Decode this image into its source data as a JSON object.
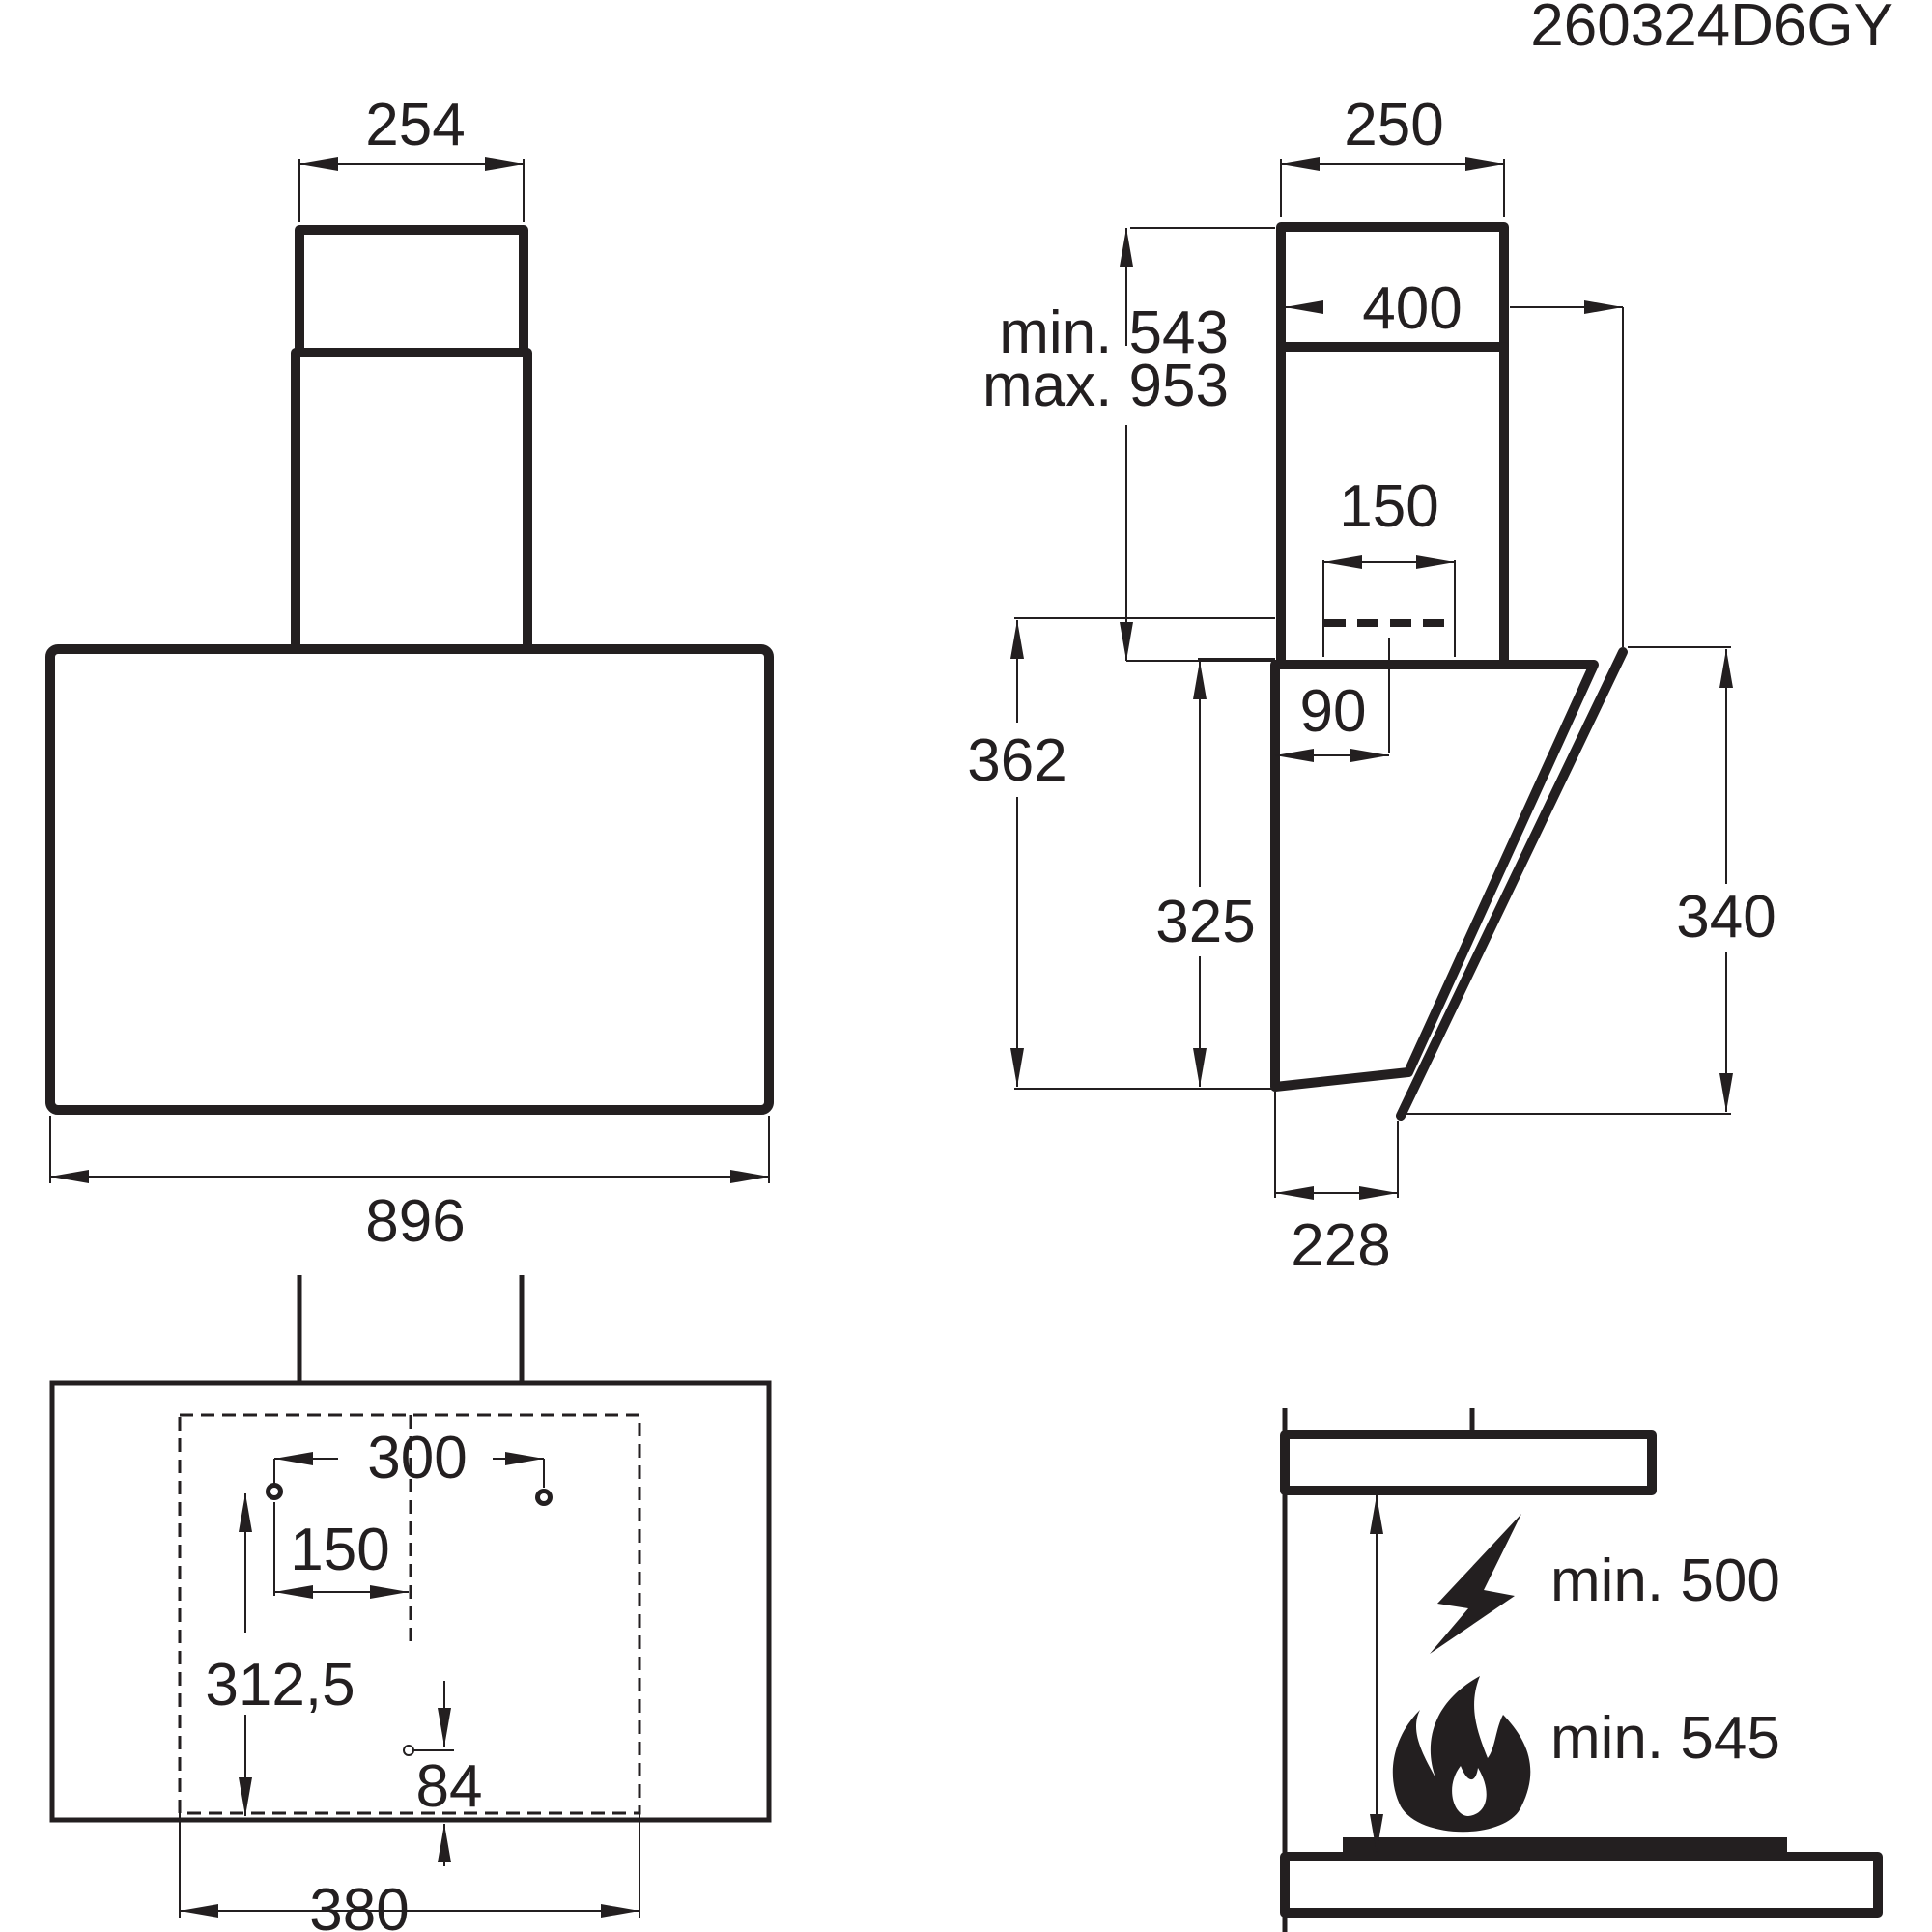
{
  "code": "260324D6GY",
  "front": {
    "chimney_width": "254",
    "hood_width": "896"
  },
  "side": {
    "chimney_depth": "250",
    "chimney_height_min": "min. 543",
    "chimney_height_max": "max. 953",
    "depth_total": "400",
    "outlet_diameter": "150",
    "outlet_offset": "90",
    "height_362": "362",
    "height_325": "325",
    "height_340": "340",
    "bottom_depth": "228"
  },
  "bracket": {
    "holes_spacing": "300",
    "half_spacing": "150",
    "vertical_distance": "312,5",
    "bottom_offset": "84",
    "template_width": "380"
  },
  "install": {
    "electric_min": "min. 500",
    "gas_min": "min. 545",
    "electric_icon": "lightning-icon",
    "gas_icon": "flame-icon"
  }
}
